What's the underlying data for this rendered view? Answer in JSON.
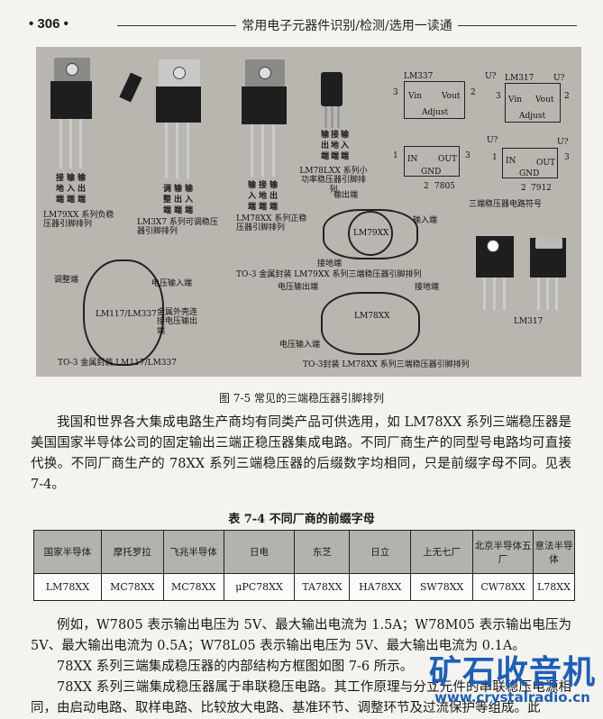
{
  "header": {
    "page_number": "• 306 •",
    "running_title": "常用电子元器件识别/检测/选用一读通"
  },
  "figure": {
    "caption": "图 7-5   常见的三端稳压器引脚排列",
    "photo1": {
      "pins": [
        "接地端",
        "输入端",
        "输出端"
      ],
      "caption": "LM79XX 系列负稳压器引脚排列"
    },
    "photo2": {
      "pins": [
        "调整端",
        "输出端",
        "输入端"
      ],
      "caption": "LM3X7 系列可调稳压器引脚排列"
    },
    "photo3": {
      "pins": [
        "输入端",
        "接地端",
        "输出端"
      ],
      "caption": "LM78XX 系列正稳压器引脚排列"
    },
    "photo4": {
      "pins": [
        "输出端",
        "接地端",
        "输入端"
      ],
      "caption": "LM78LXX 系列小功率稳压器引脚排列"
    },
    "symbols": [
      {
        "name": "LM337",
        "ref": "U?",
        "left": "Vin",
        "right": "Vout",
        "bottom": "Adjust",
        "pin_l": "3",
        "pin_r": "2",
        "pin_b": ""
      },
      {
        "name": "LM317",
        "ref": "U?",
        "left": "Vin",
        "right": "Vout",
        "bottom": "Adjust",
        "pin_l": "3",
        "pin_r": "2",
        "pin_b": ""
      },
      {
        "name": "7805",
        "ref": "U?",
        "left": "IN",
        "right": "OUT",
        "bottom": "GND",
        "pin_l": "1",
        "pin_r": "3",
        "pin_b": "2"
      },
      {
        "name": "7912",
        "ref": "U?",
        "left": "IN",
        "right": "OUT",
        "bottom": "GND",
        "pin_l": "1",
        "pin_r": "3",
        "pin_b": "2"
      }
    ],
    "symbols_caption": "三端稳压器电路符号",
    "to3_79": {
      "label": "LM79XX",
      "out": "输出端",
      "in": "输入端",
      "gnd": "接地端",
      "caption": "TO-3 金属封装 LM79XX 系列三端稳压器引脚排列"
    },
    "to3_117": {
      "label": "LM117/LM337",
      "adj": "调整端",
      "in": "电压输入端",
      "case": "金属外壳连接电压输出端",
      "caption": "TO-3 金属封装 LM117/LM337"
    },
    "to3_78": {
      "label": "LM78XX",
      "out": "电压输出端",
      "gnd": "接地端",
      "in": "电压输入端",
      "caption": "TO-3封装 LM78XX 系列三端稳压器引脚排列"
    },
    "lm317_label": "LM317"
  },
  "paragraph1": "我国和世界各大集成电路生产商均有同类产品可供选用，如 LM78XX 系列三端稳压器是美国国家半导体公司的固定输出三端正稳压器集成电路。不同厂商生产的同型号电路均可直接代换。不同厂商生产的 78XX 系列三端稳压器的后缀数字均相同，只是前缀字母不同。见表 7-4。",
  "table": {
    "title": "表 7-4   不同厂商的前缀字母",
    "headers": [
      "国家半导体",
      "摩托罗拉",
      "飞兆半导体",
      "日电",
      "东芝",
      "日立",
      "上无七厂",
      "北京半导体五厂",
      "意法半导体"
    ],
    "row": [
      "LM78XX",
      "MC78XX",
      "MC78XX",
      "μPC78XX",
      "TA78XX",
      "HA78XX",
      "SW78XX",
      "CW78XX",
      "L78XX"
    ]
  },
  "paragraph2": "例如，W7805 表示输出电压为 5V、最大输出电流为 1.5A；W78M05 表示输出电压为 5V、最大输出电流为 0.5A；W78L05 表示输出电压为 5V、最大输出电流为 0.1A。",
  "paragraph3": "78XX 系列三端集成稳压器的内部结构方框图如图 7-6 所示。",
  "paragraph4": "78XX 系列三端集成稳压器属于串联稳压电路。其工作原理与分立元件的串联稳压电源相同，由启动电路、取样电路、比较放大电路、基准环节、调整环节及过流保护等组成。此",
  "watermark": {
    "name": "矿石收音机",
    "url": "www.crystalradio.cn",
    "color": "#1d5fb8"
  }
}
